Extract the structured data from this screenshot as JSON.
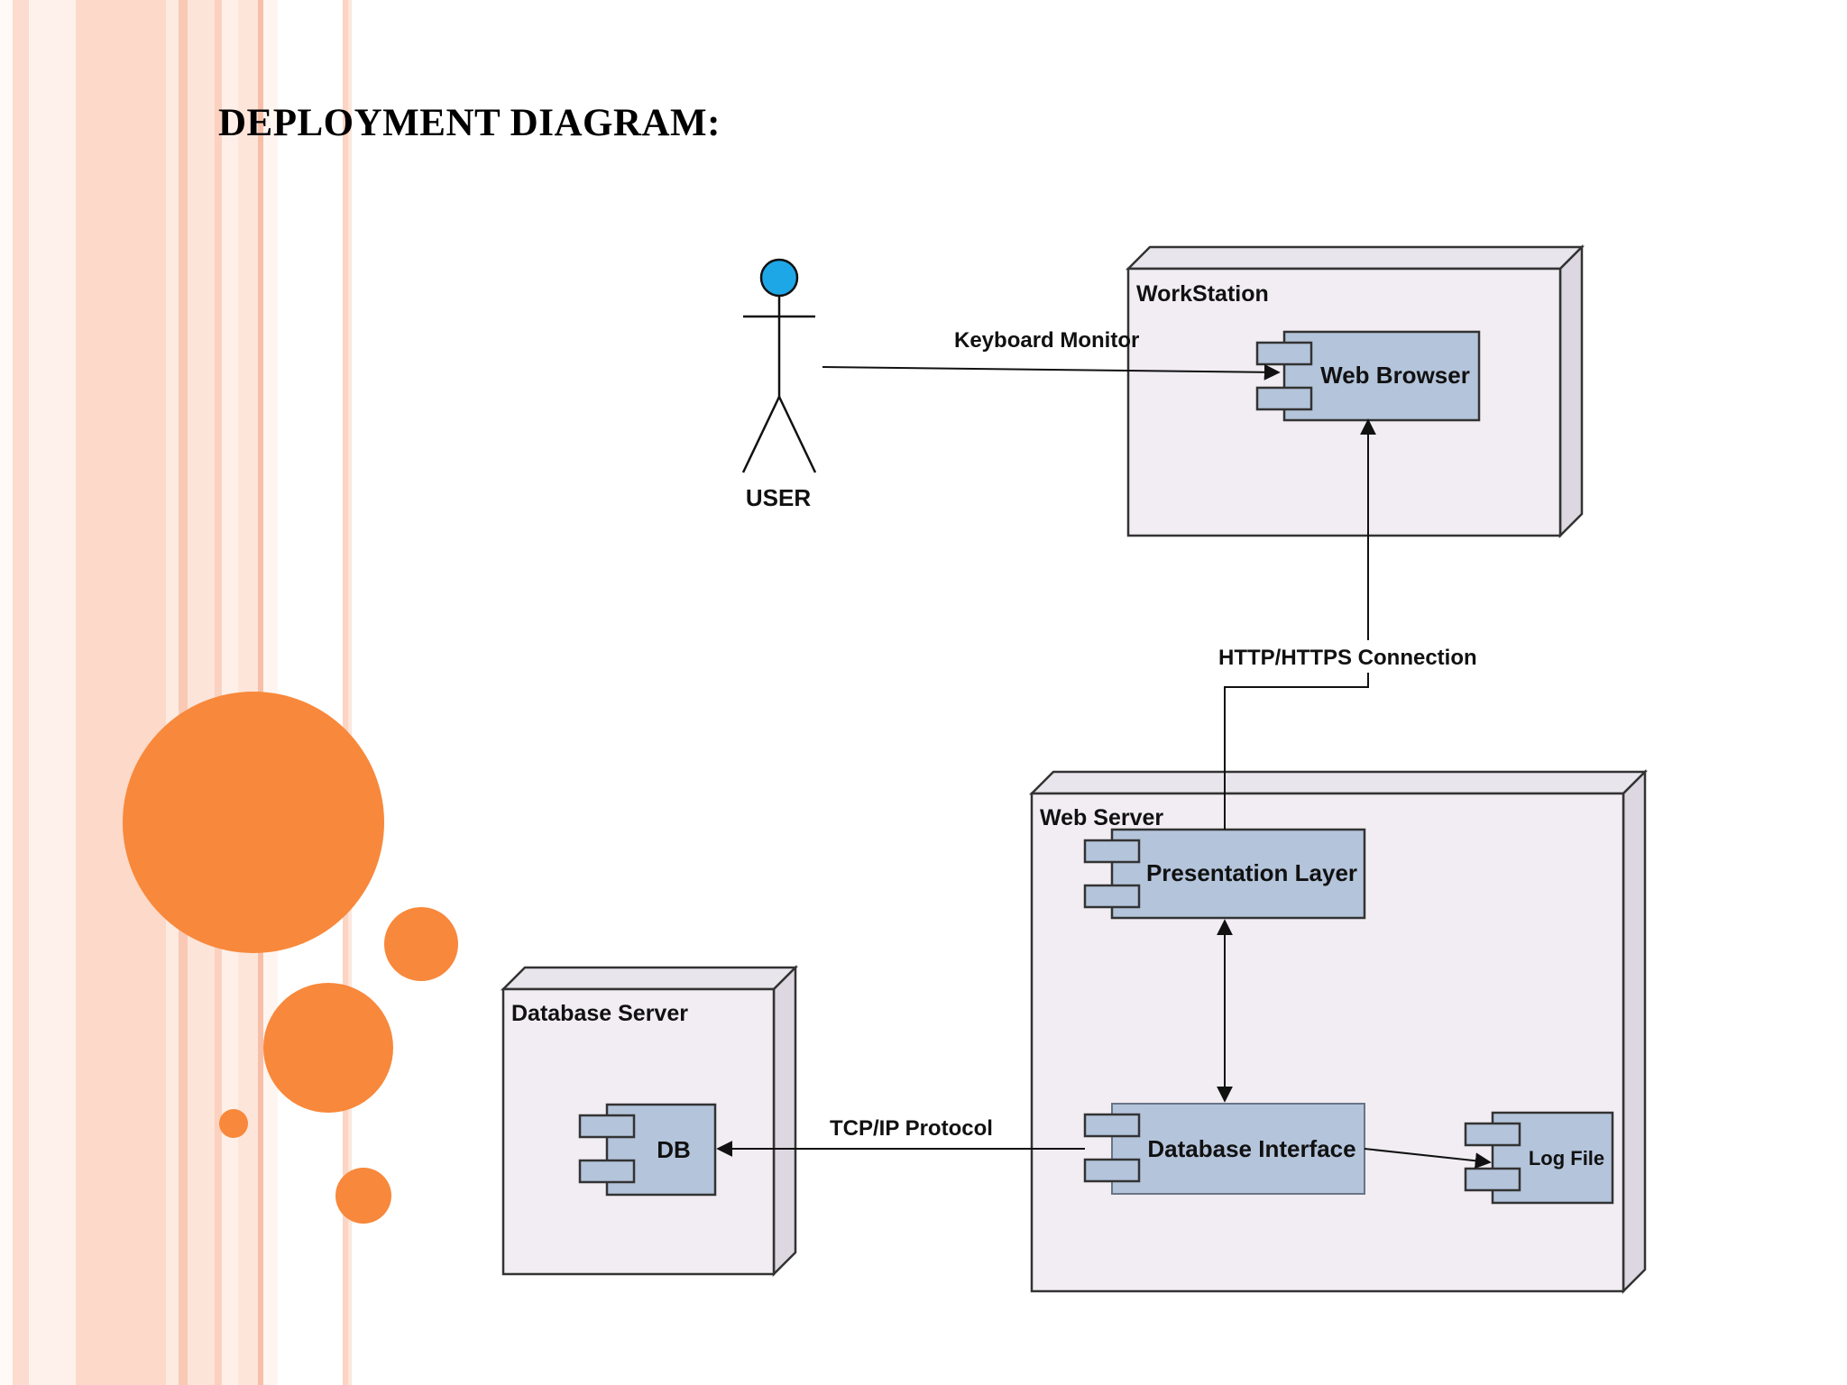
{
  "slide": {
    "title": "DEPLOYMENT DIAGRAM:"
  },
  "colors": {
    "stripe_light": "#fde9e0",
    "stripe_mid": "#fbd6c6",
    "stripe_dark": "#f8c2ad",
    "circle": "#f8883b",
    "node_fill": "#f1edf3",
    "node_stroke": "#333333",
    "component_fill": "#b4c4db",
    "actor_head": "#1ea7e6"
  },
  "actor": {
    "label": "USER"
  },
  "nodes": {
    "workstation": {
      "label": "WorkStation"
    },
    "web_server": {
      "label": "Web Server"
    },
    "database_server": {
      "label": "Database Server"
    }
  },
  "components": {
    "web_browser": {
      "label": "Web Browser"
    },
    "presentation_layer": {
      "label": "Presentation Layer"
    },
    "database_interface": {
      "label": "Database Interface"
    },
    "log_file": {
      "label": "Log File"
    },
    "db": {
      "label": "DB"
    }
  },
  "connections": {
    "keyboard_monitor": {
      "label": "Keyboard Monitor"
    },
    "http_https": {
      "label": "HTTP/HTTPS Connection"
    },
    "tcp_ip": {
      "label": "TCP/IP Protocol"
    }
  }
}
